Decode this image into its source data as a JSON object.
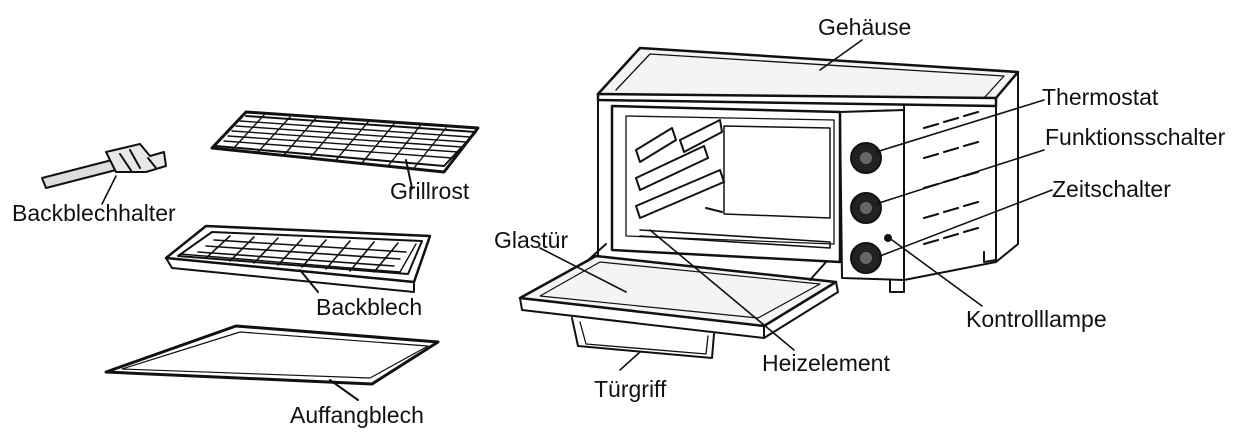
{
  "labels": {
    "housing": "Gehäuse",
    "thermostat": "Thermostat",
    "function_switch": "Funktionsschalter",
    "timer": "Zeitschalter",
    "glass_door": "Glastür",
    "baking_tray_holder": "Backblechhalter",
    "grill_rack": "Grillrost",
    "baking_tray": "Backblech",
    "drip_tray": "Auffangblech",
    "pilot_lamp": "Kontrolllampe",
    "heating_element": "Heizelement",
    "door_handle": "Türgriff"
  },
  "colors": {
    "ink": "#111111",
    "background": "#ffffff",
    "panel": "#f4f4f4"
  }
}
